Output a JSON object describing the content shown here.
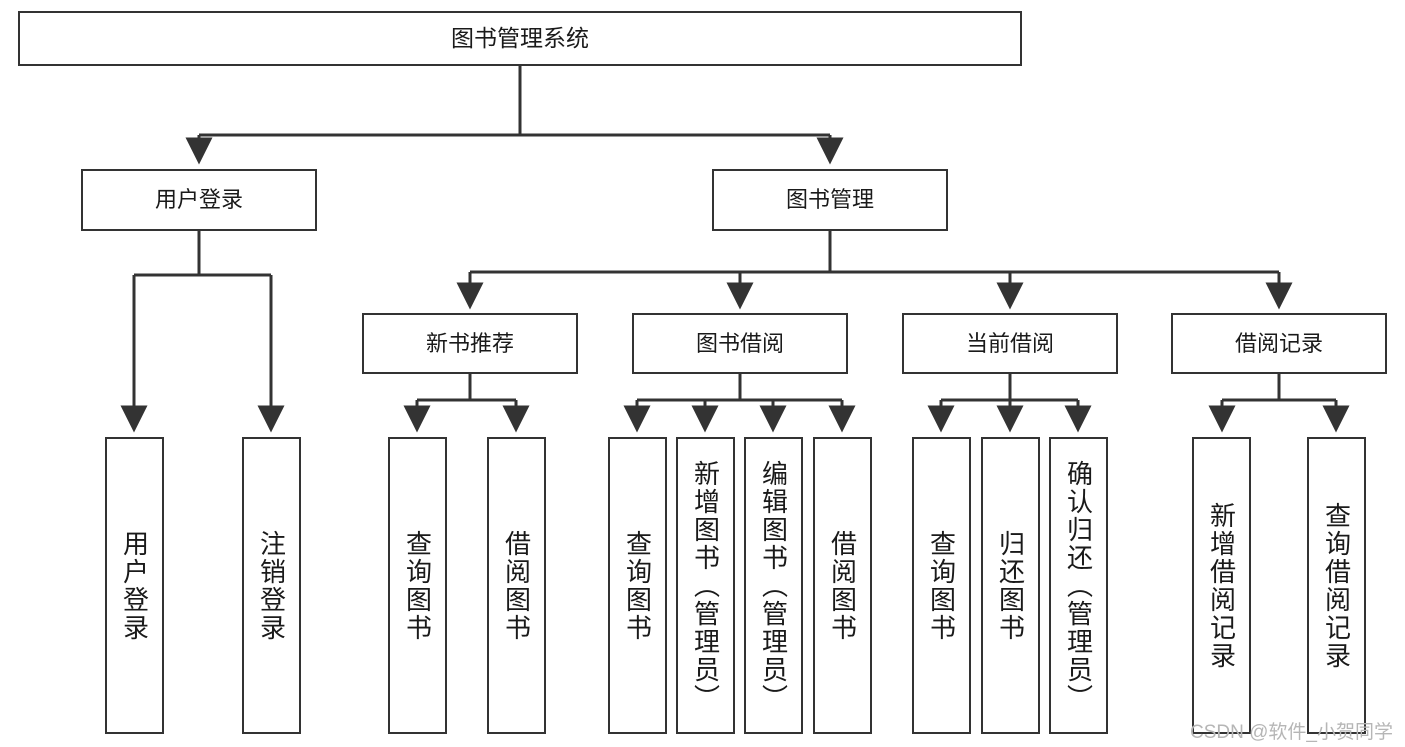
{
  "diagram": {
    "type": "tree-hierarchy",
    "title": "图书管理系统",
    "root": {
      "id": "root",
      "label": "图书管理系统",
      "orientation": "horizontal"
    },
    "level1": [
      {
        "id": "user-login",
        "label": "用户登录",
        "orientation": "horizontal"
      },
      {
        "id": "book-management",
        "label": "图书管理",
        "orientation": "horizontal"
      }
    ],
    "level2": [
      {
        "id": "new-book-recommend",
        "label": "新书推荐",
        "orientation": "horizontal",
        "parent": "book-management"
      },
      {
        "id": "book-borrow",
        "label": "图书借阅",
        "orientation": "horizontal",
        "parent": "book-management"
      },
      {
        "id": "current-borrow",
        "label": "当前借阅",
        "orientation": "horizontal",
        "parent": "book-management"
      },
      {
        "id": "borrow-record",
        "label": "借阅记录",
        "orientation": "horizontal",
        "parent": "book-management"
      }
    ],
    "leaves": [
      {
        "id": "leaf-user-login",
        "label": "用户登录",
        "orientation": "vertical",
        "parent": "user-login"
      },
      {
        "id": "leaf-user-logout",
        "label": "注销登录",
        "orientation": "vertical",
        "parent": "user-login"
      },
      {
        "id": "leaf-query-book-1",
        "label": "查询图书",
        "orientation": "vertical",
        "parent": "new-book-recommend"
      },
      {
        "id": "leaf-borrow-book-1",
        "label": "借阅图书",
        "orientation": "vertical",
        "parent": "new-book-recommend"
      },
      {
        "id": "leaf-query-book-2",
        "label": "查询图书",
        "orientation": "vertical",
        "parent": "book-borrow"
      },
      {
        "id": "leaf-add-book",
        "label": "新增图书（管理员）",
        "orientation": "vertical",
        "parent": "book-borrow"
      },
      {
        "id": "leaf-edit-book",
        "label": "编辑图书（管理员）",
        "orientation": "vertical",
        "parent": "book-borrow"
      },
      {
        "id": "leaf-borrow-book-2",
        "label": "借阅图书",
        "orientation": "vertical",
        "parent": "book-borrow"
      },
      {
        "id": "leaf-query-book-3",
        "label": "查询图书",
        "orientation": "vertical",
        "parent": "current-borrow"
      },
      {
        "id": "leaf-return-book",
        "label": "归还图书",
        "orientation": "vertical",
        "parent": "current-borrow"
      },
      {
        "id": "leaf-confirm-return",
        "label": "确认归还（管理员）",
        "orientation": "vertical",
        "parent": "current-borrow"
      },
      {
        "id": "leaf-add-record",
        "label": "新增借阅记录",
        "orientation": "vertical",
        "parent": "borrow-record"
      },
      {
        "id": "leaf-query-record",
        "label": "查询借阅记录",
        "orientation": "vertical",
        "parent": "borrow-record"
      }
    ],
    "colors": {
      "border": "#333333",
      "background": "#ffffff",
      "text": "#1a1a1a",
      "connector": "#333333",
      "watermark": "#b6b6b6"
    }
  },
  "watermark": {
    "text": "CSDN @软件_小贺同学"
  }
}
